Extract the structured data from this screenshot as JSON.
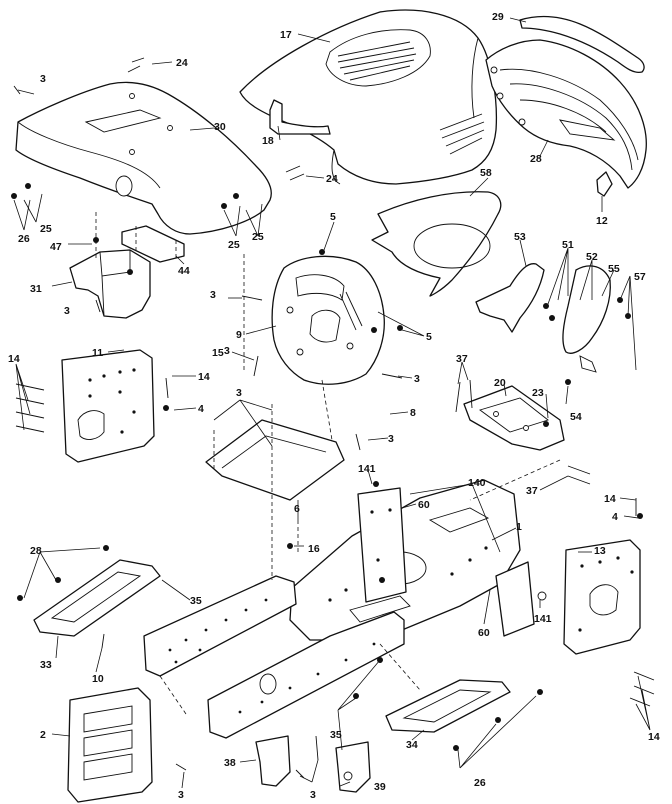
{
  "diagram": {
    "callouts": {
      "c_17": "17",
      "c_29": "29",
      "c_3_top": "3",
      "c_24_top": "24",
      "c_30": "30",
      "c_18": "18",
      "c_28_cowl": "28",
      "c_24_mid": "24",
      "c_58": "58",
      "c_12": "12",
      "c_25_left": "25",
      "c_26_left": "26",
      "c_25_mid_a": "25",
      "c_25_mid_b": "25",
      "c_47": "47",
      "c_5_top": "5",
      "c_31": "31",
      "c_44": "44",
      "c_53": "53",
      "c_51": "51",
      "c_52": "52",
      "c_55": "55",
      "c_57": "57",
      "c_3_dash": "3",
      "c_9": "9",
      "c_5_right": "5",
      "c_3_small": "3",
      "c_11": "11",
      "c_15": "15",
      "c_14_left": "14",
      "c_14_mid": "14",
      "c_3_dash2": "3",
      "c_37_top": "37",
      "c_20": "20",
      "c_23": "23",
      "c_54": "54",
      "c_3_right": "3",
      "c_4_left": "4",
      "c_8": "8",
      "c_3_mid": "3",
      "c_141_top": "141",
      "c_140": "140",
      "c_60_top": "60",
      "c_37_right": "37",
      "c_6": "6",
      "c_1": "1",
      "c_14_right": "14",
      "c_4_right": "4",
      "c_16": "16",
      "c_28_foot": "28",
      "c_35_left": "35",
      "c_13": "13",
      "c_60_bot": "60",
      "c_141_bot": "141",
      "c_33": "33",
      "c_10": "10",
      "c_2": "2",
      "c_35_bot": "35",
      "c_14_bot": "14",
      "c_38": "38",
      "c_3_bot_a": "3",
      "c_3_bot_b": "3",
      "c_39": "39",
      "c_34": "34",
      "c_26_bot": "26",
      "c_3_left_low": "3"
    }
  }
}
